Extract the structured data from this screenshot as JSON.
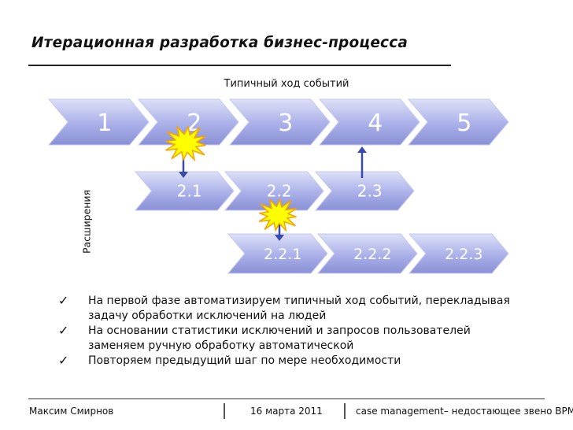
{
  "title": "Итерационная разработка бизнес-процесса",
  "subtitle": "Типичный ход событий",
  "extensions_label": "Расширения",
  "steps_main": [
    "1",
    "2",
    "3",
    "4",
    "5"
  ],
  "steps_ext1": [
    "2.1",
    "2.2",
    "2.3"
  ],
  "steps_ext2": [
    "2.2.1",
    "2.2.2",
    "2.2.3"
  ],
  "bullets": [
    {
      "line1": "На первой фазе автоматизируем типичный ход событий, перекладывая",
      "line2": "задачу обработки исключений на людей"
    },
    {
      "line1": "На основании статистики исключений и запросов пользователей",
      "line2": "заменяем ручную обработку автоматической"
    },
    {
      "line1": "Повторяем предыдущий шаг  по мере необходимости",
      "line2": ""
    }
  ],
  "footer": {
    "author": "Максим Смирнов",
    "date": "16 марта 2011",
    "topic": "case management– недостающее звено BPM"
  },
  "icons": {
    "bullet": "checkmark-icon",
    "event": "explosion-star-icon"
  },
  "colors": {
    "chevron_top": "#d2d6f2",
    "chevron_bottom": "#8c93d8",
    "star_fill": "#ffff00",
    "star_stroke": "#f6a200",
    "arrow": "#3a4aa8"
  }
}
